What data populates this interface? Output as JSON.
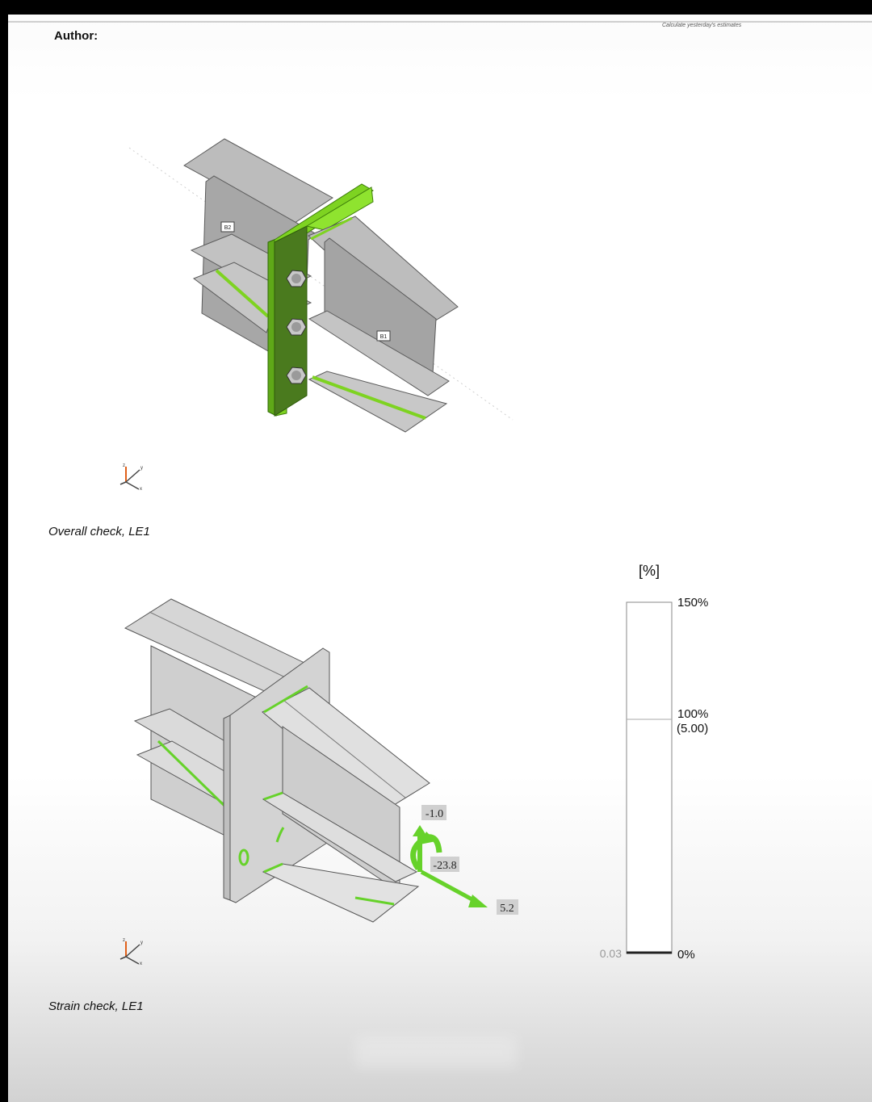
{
  "header": {
    "author_label": "Author:",
    "note": "Calculate yesterday's estimates"
  },
  "figure1": {
    "caption": "Overall check, LE1",
    "member_labels": [
      "B2",
      "B1"
    ]
  },
  "figure2": {
    "caption": "Strain check, LE1",
    "loads": [
      "-1.0",
      "-23.8",
      "5.2"
    ]
  },
  "axis_triad": {
    "z": "z",
    "y": "y",
    "x": "x"
  },
  "legend": {
    "unit": "[%]",
    "top": "150%",
    "mid": "100%",
    "mid_value": "(5.00)",
    "bottom": "0%",
    "min_value": "0.03",
    "max_percent": 150,
    "limit_percent": 100,
    "current_percent": 0
  },
  "colors": {
    "plate_green": "#7ed321",
    "weld_green": "#66d22a",
    "steel": "#b8b8b8"
  }
}
